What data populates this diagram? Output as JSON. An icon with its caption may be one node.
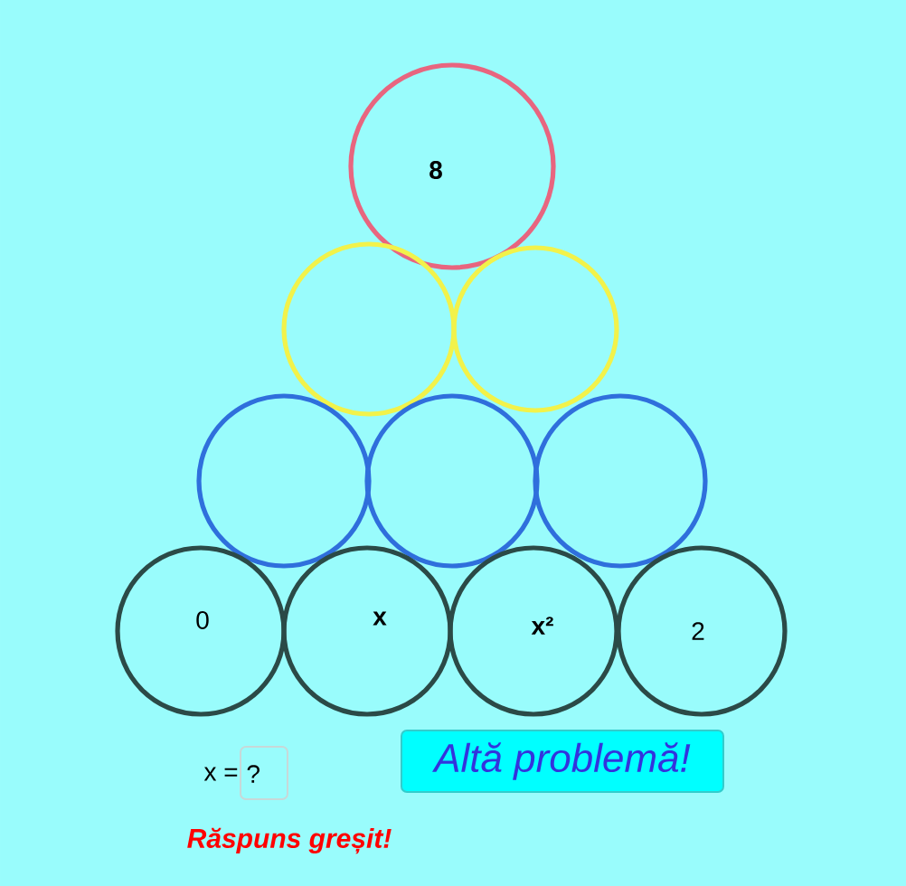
{
  "diagram": {
    "nodes": [
      {
        "text": [
          "8"
        ]
      },
      {
        "text": [],
        "shape": "circle"
      },
      {
        "text": [],
        "shape": "circle"
      },
      {
        "text": [],
        "shape": "circle"
      },
      {
        "text": [],
        "shape": "circle"
      },
      {
        "text": [],
        "shape": "circle"
      },
      {
        "text": [
          "0"
        ]
      },
      {
        "text": [
          "x"
        ]
      },
      {
        "text": [
          "x²"
        ]
      },
      {
        "text": [
          "2"
        ]
      }
    ],
    "labels": [
      "x =",
      "?",
      "Altă problemă!",
      "Răspuns greșit!"
    ]
  }
}
